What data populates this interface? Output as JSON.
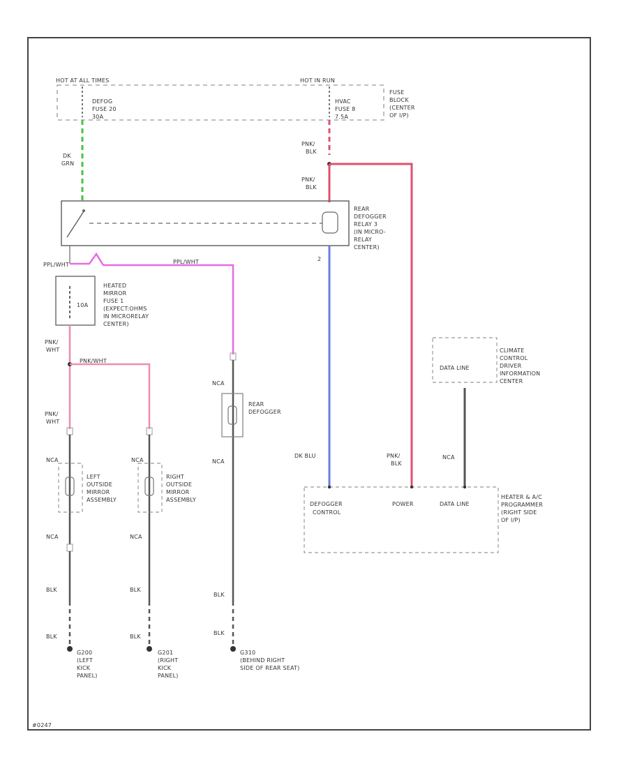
{
  "fuse_block": {
    "hot_left_header": "HOT AT ALL TIMES",
    "hot_right_header": "HOT IN RUN",
    "defog_fuse_lines": [
      "DEFOG",
      "FUSE 20",
      "30A"
    ],
    "hvac_fuse_lines": [
      "HVAC",
      "FUSE 8",
      "7.5A"
    ],
    "location_lines": [
      "FUSE",
      "BLOCK",
      "(CENTER",
      "OF I/P)"
    ]
  },
  "wires": {
    "dk_grn": [
      "DK",
      "GRN"
    ],
    "pnk_blk_top": [
      "PNK/",
      "BLK"
    ],
    "pnk_blk_relay": [
      "PNK/",
      "BLK"
    ],
    "ppl_wht_left": "PPL/WHT",
    "ppl_wht_right": "PPL/WHT",
    "pnk_wht_upper": [
      "PNK/",
      "WHT"
    ],
    "pnk_wht_branch": "PNK/WHT",
    "pnk_wht_lower": [
      "PNK/",
      "WHT"
    ],
    "nca_rear_defogger": "NCA",
    "nca_left_mirror": "NCA",
    "nca_right_mirror": "NCA",
    "nca_defogger_lower": "NCA",
    "nca_left_lower": "NCA",
    "nca_right_lower": "NCA",
    "dk_blu": "DK BLU",
    "pnk_blk_programmer": [
      "PNK/",
      "BLK"
    ],
    "nca_data": "NCA",
    "blk_left_1": "BLK",
    "blk_left_2": "BLK",
    "blk_right_1": "BLK",
    "blk_right_2": "BLK",
    "blk_rear_1": "BLK",
    "blk_rear_2": "BLK"
  },
  "relay": {
    "lines": [
      "REAR",
      "DEFOGGER",
      "RELAY 3",
      "(IN MICRO-",
      "RELAY",
      "CENTER)"
    ],
    "pin_label": "2"
  },
  "heated_mirror_fuse": {
    "lines": [
      "HEATED",
      "MIRROR",
      "FUSE 1",
      "(EXPECT:OHMS",
      "IN MICRORELAY",
      "CENTER)"
    ],
    "rating": "10A"
  },
  "rear_defogger": {
    "lines": [
      "REAR",
      "DEFOGGER"
    ]
  },
  "left_mirror": {
    "lines": [
      "LEFT",
      "OUTSIDE",
      "MIRROR",
      "ASSEMBLY"
    ]
  },
  "right_mirror": {
    "lines": [
      "RIGHT",
      "OUTSIDE",
      "MIRROR",
      "ASSEMBLY"
    ]
  },
  "climate_center": {
    "inner": "DATA LINE",
    "lines": [
      "CLIMATE",
      "CONTROL",
      "DRIVER",
      "INFORMATION",
      "CENTER"
    ]
  },
  "programmer": {
    "defogger_control_lines": [
      "DEFOGGER",
      "CONTROL"
    ],
    "power": "POWER",
    "data_line": "DATA LINE",
    "lines": [
      "HEATER & A/C",
      "PROGRAMMER",
      "(RIGHT SIDE",
      "OF I/P)"
    ]
  },
  "grounds": {
    "left": [
      "G200",
      "(LEFT",
      "KICK",
      "PANEL)"
    ],
    "right": [
      "G201",
      "(RIGHT",
      "KICK",
      "PANEL)"
    ],
    "rear": [
      "G310",
      "(BEHIND RIGHT",
      "SIDE OF REAR SEAT)"
    ]
  },
  "figure_id": "#0247",
  "colors": {
    "dk_grn": "#49c24a",
    "pnk_blk": "#e0506e",
    "ppl_wht": "#e86ae6",
    "pnk_wht": "#f08cb0",
    "dk_blu": "#6a7ee0",
    "black_wire": "#555555",
    "frame": "#444444"
  }
}
